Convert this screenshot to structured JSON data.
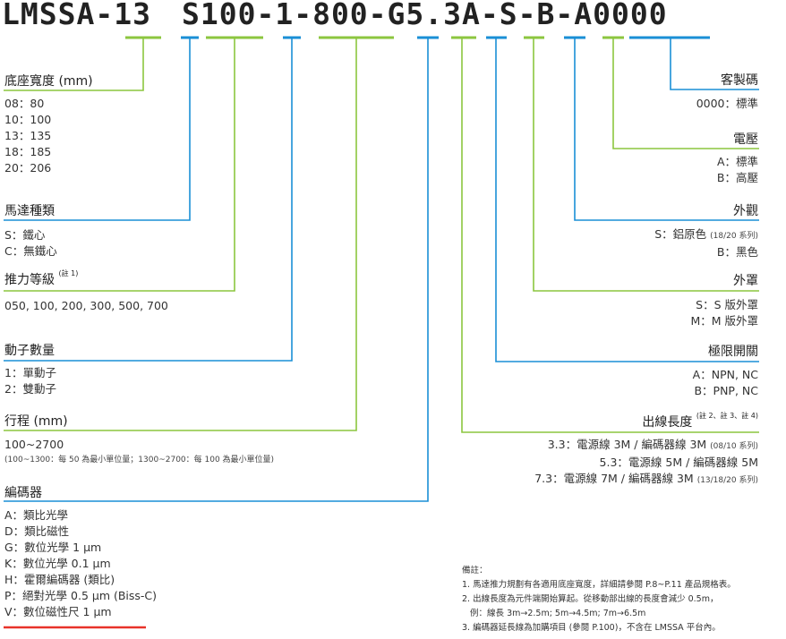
{
  "model": {
    "seg1": "LMSSA-13",
    "seg2": "S100-1-800-G5.3A-S-B-A0000"
  },
  "colors": {
    "green": "#8cc63f",
    "blue": "#1a8fd6",
    "red": "#e8332a"
  },
  "left": {
    "base_width": {
      "title": "底座寬度 (mm)",
      "items": [
        "08：80",
        "10：100",
        "13：135",
        "18：185",
        "20：206"
      ]
    },
    "motor_type": {
      "title": "馬達種類",
      "items": [
        "S：鐵心",
        "C：無鐵心"
      ]
    },
    "thrust": {
      "title": "推力等級",
      "note": "(註 1)",
      "items": [
        "050, 100, 200, 300, 500, 700"
      ]
    },
    "movers": {
      "title": "動子數量",
      "items": [
        "1：單動子",
        "2：雙動子"
      ]
    },
    "stroke": {
      "title": "行程 (mm)",
      "items": [
        "100~2700"
      ],
      "sub": "(100~1300：每 50 為最小單位量；1300~2700：每 100 為最小單位量)"
    },
    "encoder": {
      "title": "編碼器",
      "items": [
        "A：類比光學",
        "D：類比磁性",
        "G：數位光學 1 μm",
        "K：數位光學 0.1 μm",
        "H：霍爾編碼器 (類比)",
        "P：絕對光學 0.5 μm (Biss-C)",
        "V：數位磁性尺 1 μm"
      ]
    }
  },
  "right": {
    "custom": {
      "title": "客製碼",
      "items": [
        "0000：標準"
      ]
    },
    "voltage": {
      "title": "電壓",
      "items": [
        "A：標準",
        "B：高壓"
      ]
    },
    "appearance": {
      "title": "外觀",
      "items": [
        "S：鋁原色",
        "B：黑色"
      ],
      "note": "(18/20 系列)"
    },
    "cover": {
      "title": "外罩",
      "items": [
        "S：S 版外罩",
        "M：M 版外罩"
      ]
    },
    "limit": {
      "title": "極限開關",
      "items": [
        "A：NPN, NC",
        "B：PNP, NC"
      ]
    },
    "cable": {
      "title": "出線長度",
      "note": "(註 2、註 3、註 4)",
      "items": [
        {
          "text": "3.3：電源線 3M / 編碼器線 3M",
          "note": "(08/10 系列)"
        },
        {
          "text": "5.3：電源線 5M / 編碼器線 5M",
          "note": ""
        },
        {
          "text": "7.3：電源線 7M / 編碼器線 3M",
          "note": "(13/18/20 系列)"
        }
      ]
    }
  },
  "notes": {
    "title": "備註：",
    "items": [
      "1. 馬達推力規劃有各適用底座寬度，詳細請參閱 P.8~P.11 產品規格表。",
      "2. 出線長度為元件端開始算起。從移動部出線的長度會減少 0.5m，",
      "   例：線長 3m→2.5m; 5m→4.5m; 7m→6.5m",
      "3. 編碼器延長線為加購項目 (參閱 P.100)，不含在 LMSSA 平台內。"
    ]
  }
}
